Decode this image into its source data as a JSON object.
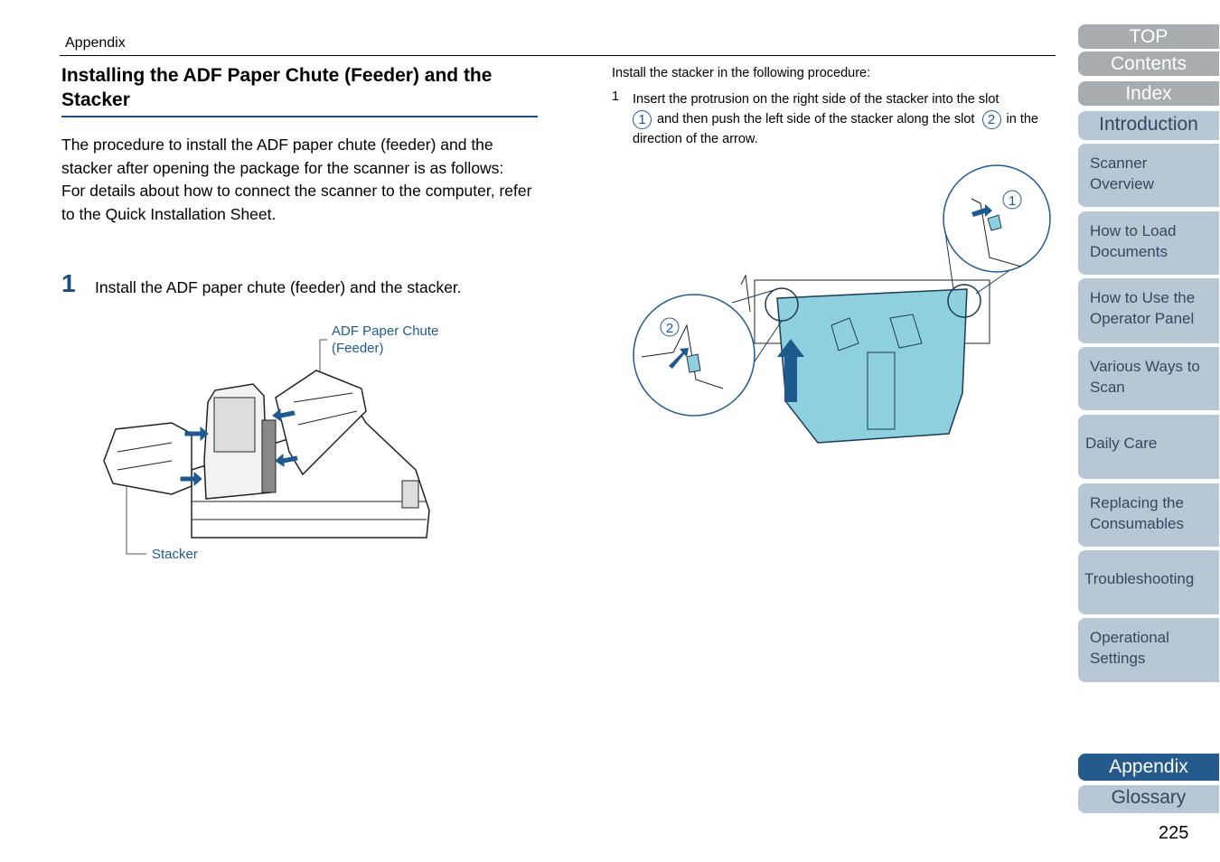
{
  "header": {
    "section_label": "Appendix"
  },
  "title": "Installing the ADF Paper Chute (Feeder) and the Stacker",
  "intro": {
    "line1": "The procedure to install the ADF paper chute (feeder) and the stacker after opening the package for the scanner is as follows:",
    "line2": "For details about how to connect the scanner to the computer, refer to the Quick Installation Sheet."
  },
  "step1": {
    "number": "1",
    "text": "Install the ADF paper chute (feeder) and the stacker."
  },
  "figure1": {
    "callout_feeder_line1": "ADF Paper Chute",
    "callout_feeder_line2": "(Feeder)",
    "callout_stacker": "Stacker"
  },
  "right": {
    "intro": "Install the stacker in the following procedure:",
    "substep_number": "1",
    "substep_part1": "Insert the protrusion on the right side of the stacker into the slot",
    "circle1": "1",
    "substep_part2": "and then push the left side of the stacker along the slot",
    "circle2": "2",
    "substep_part3": "in the direction of the arrow."
  },
  "figure2": {
    "zoom1_label": "1",
    "zoom2_label": "2"
  },
  "nav": {
    "top": "TOP",
    "contents": "Contents",
    "index": "Index",
    "introduction": "Introduction",
    "scanner_overview_1": "Scanner",
    "scanner_overview_2": "Overview",
    "load_docs_1": "How to Load",
    "load_docs_2": "Documents",
    "operator_panel_1": "How to Use the",
    "operator_panel_2": "Operator Panel",
    "ways_scan_1": "Various Ways to",
    "ways_scan_2": "Scan",
    "daily_care": "Daily Care",
    "consumables_1": "Replacing the",
    "consumables_2": "Consumables",
    "troubleshooting": "Troubleshooting",
    "operational_1": "Operational",
    "operational_2": "Settings",
    "appendix": "Appendix",
    "glossary": "Glossary"
  },
  "page_number": "225",
  "colors": {
    "accent_blue": "#1a4d80",
    "stacker_cyan": "#8fd0df",
    "nav_bg": "#b7c7d6",
    "nav_active": "#245b8c",
    "nav_top": "#a7acb1"
  }
}
